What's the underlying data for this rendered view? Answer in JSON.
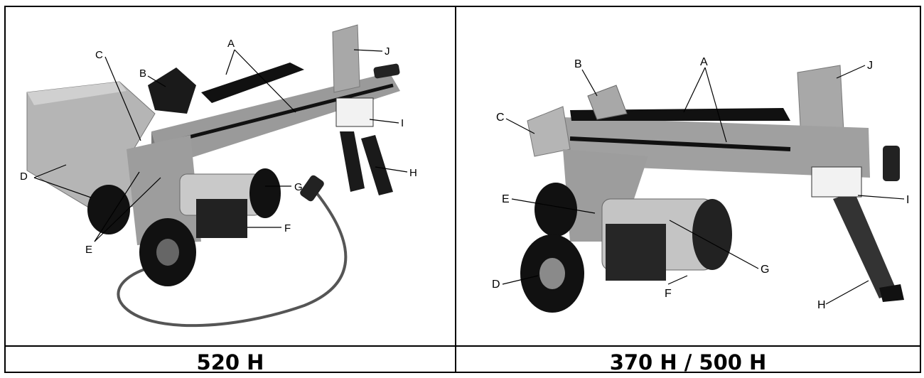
{
  "left_figure": {
    "caption": "520 H",
    "labels": {
      "a": "A",
      "b": "B",
      "c": "C",
      "d": "D",
      "e": "E",
      "f": "F",
      "g": "G",
      "h": "H",
      "i": "I",
      "j": "J"
    }
  },
  "right_figure": {
    "caption": "370 H / 500 H",
    "labels": {
      "a": "A",
      "b": "B",
      "c": "C",
      "d": "D",
      "e": "E",
      "f": "F",
      "g": "G",
      "h": "H",
      "i": "I",
      "j": "J"
    }
  }
}
